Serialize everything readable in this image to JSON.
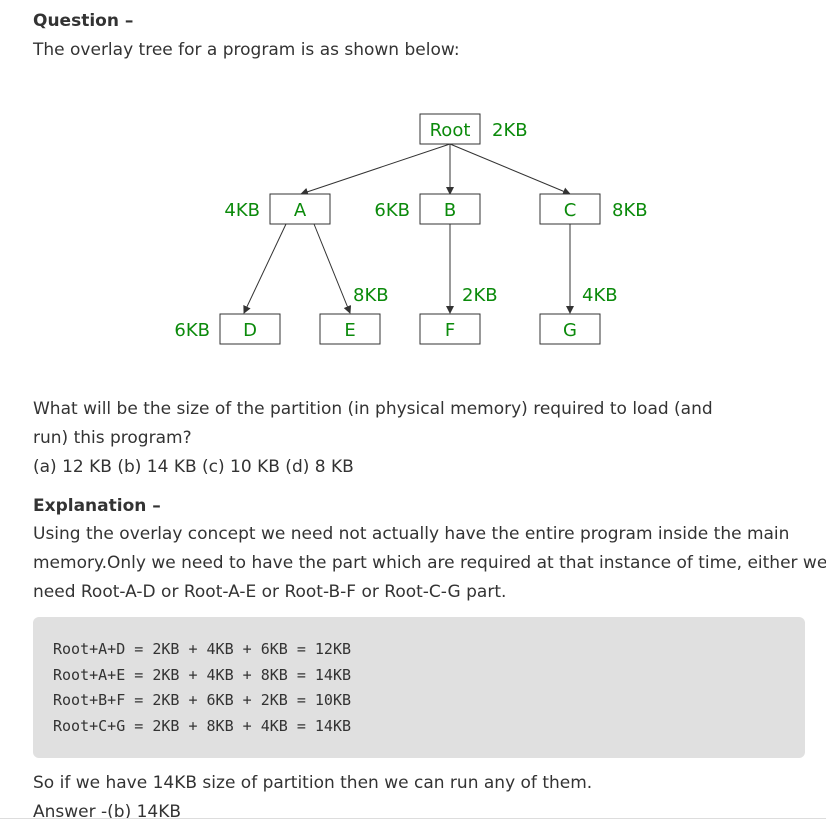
{
  "question": {
    "heading": "Question –",
    "intro": "The overlay tree for a program is as shown below:",
    "prompt_line1": "What will be the size of the partition (in physical memory) required to load (and",
    "prompt_line2": "run) this program?",
    "options": "(a) 12 KB (b) 14 KB (c) 10 KB (d) 8 KB"
  },
  "overlay_tree": {
    "nodes": {
      "root": {
        "label": "Root",
        "size": "2KB"
      },
      "a": {
        "label": "A",
        "size": "4KB"
      },
      "b": {
        "label": "B",
        "size": "6KB"
      },
      "c": {
        "label": "C",
        "size": "8KB"
      },
      "d": {
        "label": "D",
        "size": "6KB"
      },
      "e": {
        "label": "E",
        "size": "8KB"
      },
      "f": {
        "label": "F",
        "size": "2KB"
      },
      "g": {
        "label": "G",
        "size": "4KB"
      }
    },
    "edges": [
      [
        "Root",
        "A"
      ],
      [
        "Root",
        "B"
      ],
      [
        "Root",
        "C"
      ],
      [
        "A",
        "D"
      ],
      [
        "A",
        "E"
      ],
      [
        "B",
        "F"
      ],
      [
        "C",
        "G"
      ]
    ],
    "colors": {
      "label": "#0b8a0b",
      "line": "#333333"
    }
  },
  "explanation": {
    "heading": "Explanation –",
    "line1": "Using the overlay concept we need not actually have the entire program inside the main",
    "line2": "memory.Only we need to have the part which are required at that instance of time, either we",
    "line3": "need Root-A-D or Root-A-E or Root-B-F or Root-C-G part.",
    "code": [
      "Root+A+D = 2KB + 4KB + 6KB = 12KB",
      "Root+A+E = 2KB + 4KB + 8KB = 14KB",
      "Root+B+F = 2KB + 6KB + 2KB = 10KB",
      "Root+C+G = 2KB + 8KB + 4KB = 14KB"
    ],
    "conclusion": "So if we have 14KB size of partition then we can run any of them.",
    "answer": "Answer -(b) 14KB"
  }
}
